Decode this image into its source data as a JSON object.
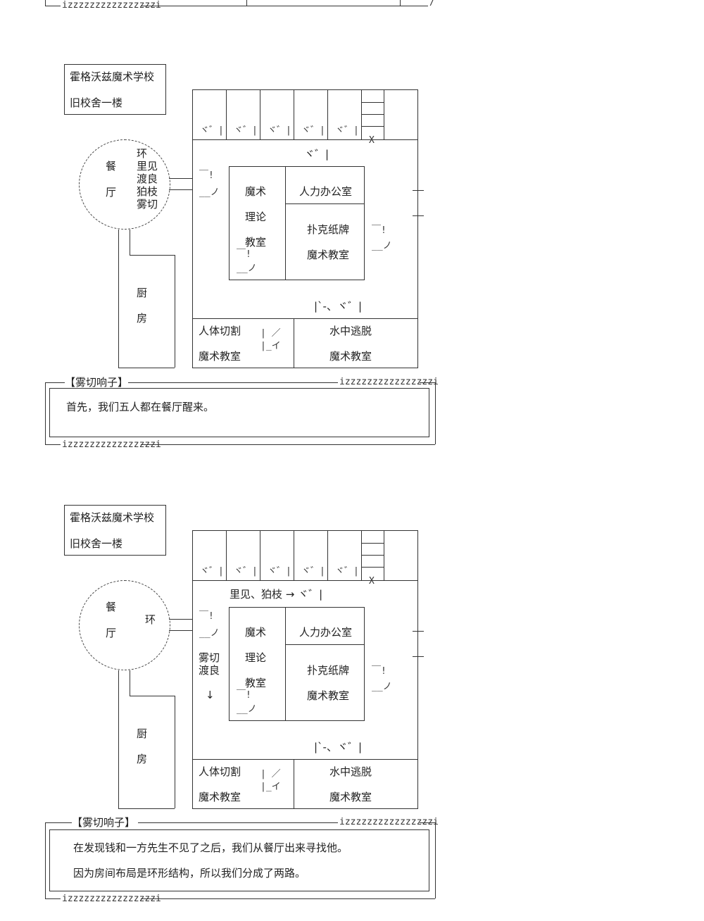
{
  "top_strip": {
    "tail": "izzzzzzzzzzzzzzzzi"
  },
  "scenes": [
    {
      "sign": {
        "line1": "霍格沃兹魔术学校",
        "line2": "旧校舍一楼"
      },
      "dining": {
        "c1": "餐",
        "c2": "厅"
      },
      "names": [
        "环",
        "里见",
        "渡良",
        "狛枝",
        "雾切"
      ],
      "kitchen": {
        "c1": "厨",
        "c2": "房"
      },
      "rooms": {
        "magic_theory": [
          "魔术",
          "理论",
          "教室"
        ],
        "hr_office": "人力办公室",
        "poker": [
          "扑克纸牌",
          "魔术教室"
        ],
        "body_cut": [
          "人体切割",
          "魔术教室"
        ],
        "water_escape": [
          "水中逃脱",
          "魔术教室"
        ]
      },
      "corridor_note": "ヾ゛|",
      "bottom_note": "|`-、ヾ゛|",
      "dialog": {
        "speaker": "【雾切响子】",
        "tail": "izzzzzzzzzzzzzzzzi",
        "bottom_tail": "izzzzzzzzzzzzzzzzi",
        "lines": [
          "首先，我们五人都在餐厅醒来。"
        ]
      }
    },
    {
      "sign": {
        "line1": "霍格沃兹魔术学校",
        "line2": "旧校舍一楼"
      },
      "dining": {
        "c1": "餐",
        "c2": "厅"
      },
      "ring_name": "环",
      "corridor_note": "里见、狛枝 → ヾ゛|",
      "left_names": [
        "雾切",
        "渡良"
      ],
      "arrow": "↓",
      "kitchen": {
        "c1": "厨",
        "c2": "房"
      },
      "rooms": {
        "magic_theory": [
          "魔术",
          "理论",
          "教室"
        ],
        "hr_office": "人力办公室",
        "poker": [
          "扑克纸牌",
          "魔术教室"
        ],
        "body_cut": [
          "人体切割",
          "魔术教室"
        ],
        "water_escape": [
          "水中逃脱",
          "魔术教室"
        ]
      },
      "bottom_note": "|`-、ヾ゛|",
      "dialog": {
        "speaker": "【雾切响子】",
        "tail": "izzzzzzzzzzzzzzzzi",
        "bottom_tail": "izzzzzzzzzzzzzzzzi",
        "lines": [
          "在发现钱和一方先生不见了之后，我们从餐厅出来寻找他。",
          "因为房间布局是环形结构，所以我们分成了两路。"
        ]
      }
    }
  ]
}
